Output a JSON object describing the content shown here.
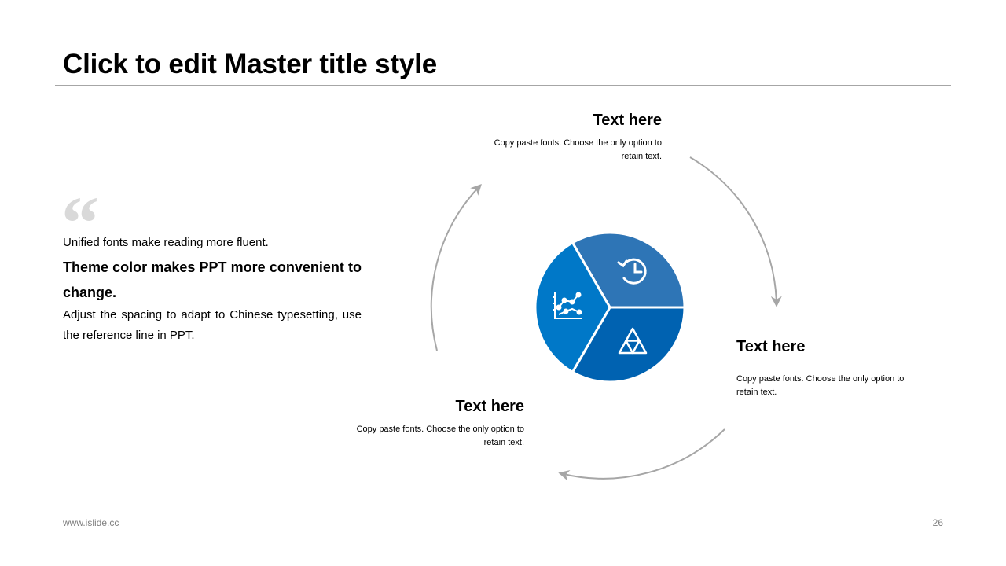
{
  "slide": {
    "title": "Click to edit Master title style",
    "footer_url": "www.islide.cc",
    "page_number": "26"
  },
  "quote": {
    "mark": "“",
    "line1": "Unified fonts make reading more fluent.",
    "line2": "Theme color makes PPT more convenient to change.",
    "line3": "Adjust the spacing to adapt to Chinese typesetting, use the reference line in PPT."
  },
  "callouts": {
    "top": {
      "heading": "Text here",
      "body": "Copy paste fonts. Choose the only option to retain text."
    },
    "right": {
      "heading": "Text here",
      "body": "Copy paste fonts. Choose the only option to retain text."
    },
    "left": {
      "heading": "Text here",
      "body": "Copy paste fonts. Choose the only option to retain text."
    }
  },
  "cycle": {
    "segments": [
      {
        "icon": "history-clock-icon",
        "color": "#2e75b6"
      },
      {
        "icon": "triangle-pyramid-icon",
        "color": "#0062b1"
      },
      {
        "icon": "line-chart-icon",
        "color": "#0078c8"
      }
    ],
    "arrow_color": "#a6a6a6"
  }
}
